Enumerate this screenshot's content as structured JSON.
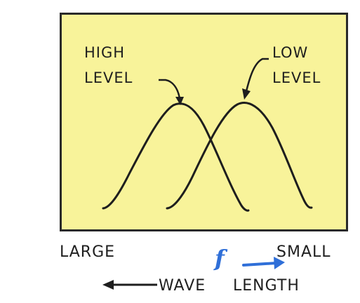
{
  "labels": {
    "high_line1": "HIGH",
    "high_line2": "LEVEL",
    "low_line1": "LOW",
    "low_line2": "LEVEL",
    "large": "LARGE",
    "small": "SMALL",
    "f_symbol": "f",
    "wave": "WAVE",
    "length": "LENGTH"
  },
  "colors": {
    "panel": "#f8f39a",
    "ink": "#1e1e1e",
    "accent": "#2f6fd8"
  },
  "icons": {
    "left_arrow": "left-arrow-icon",
    "right_arrow": "right-arrow-icon"
  }
}
